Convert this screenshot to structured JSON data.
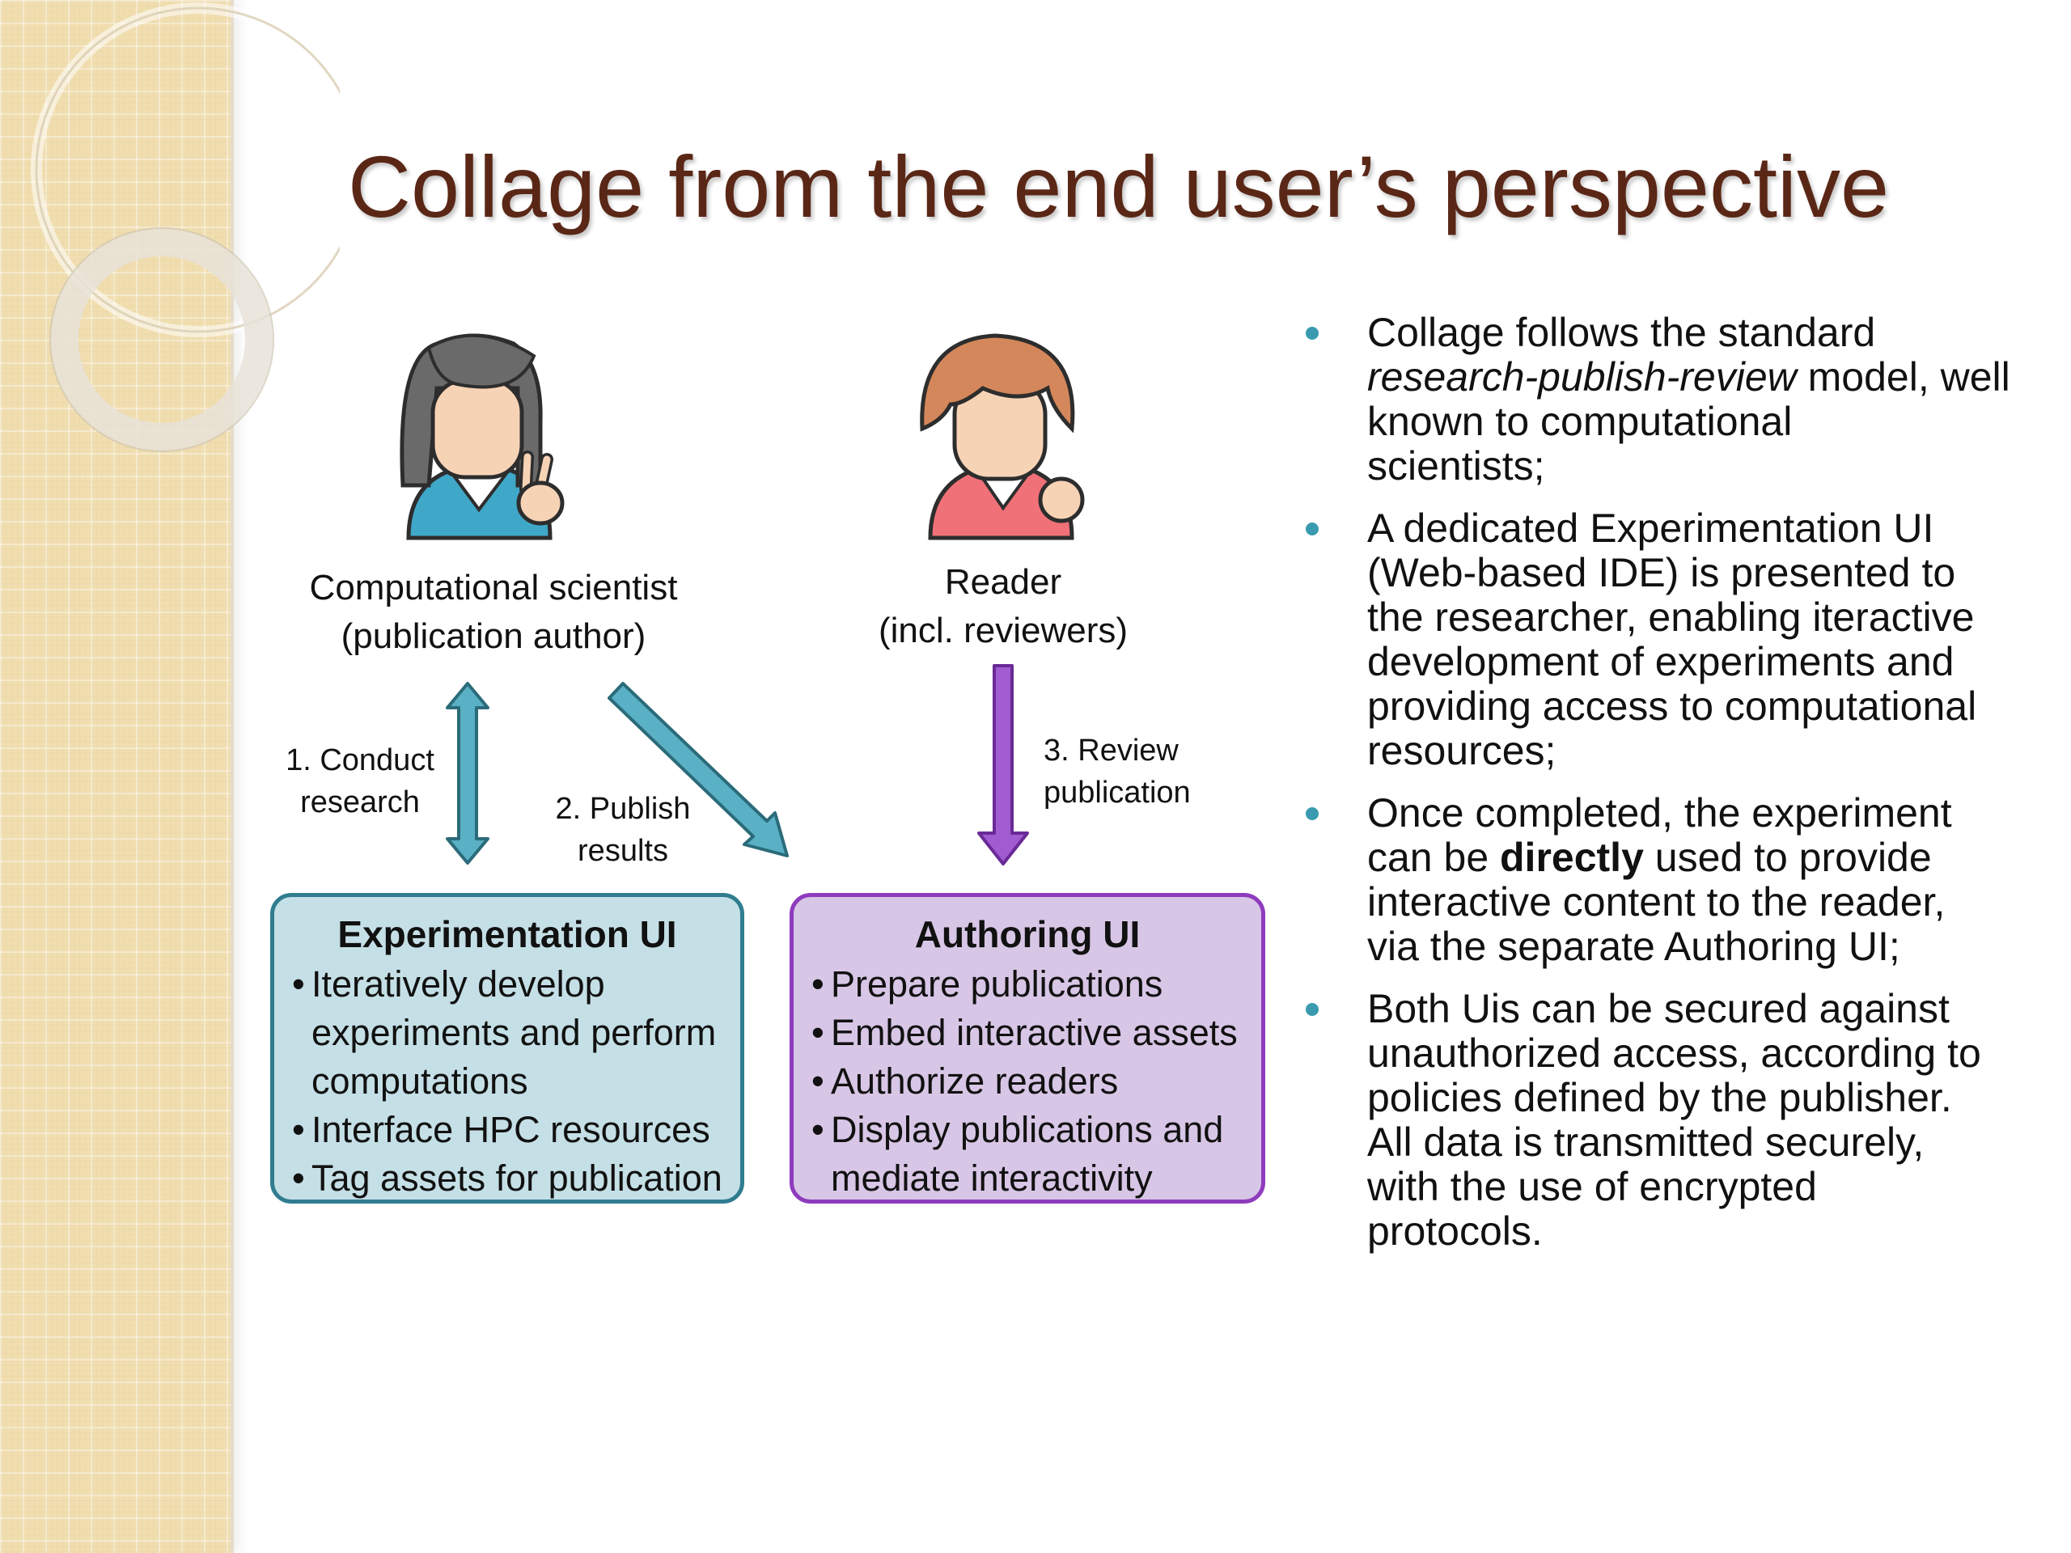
{
  "slide": {
    "title": "Collage from the end user’s perspective"
  },
  "colors": {
    "title": "#5a2716",
    "bullet_dot": "#3a9bb0",
    "exp_fill": "#c5dfe6",
    "exp_border": "#2f7d8f",
    "auth_fill": "#d8c6e6",
    "auth_border": "#8e3bbd"
  },
  "diagram": {
    "author": {
      "icon": "scientist-person-icon",
      "label_line1": "Computational scientist",
      "label_line2": "(publication author)"
    },
    "reader": {
      "icon": "reader-person-icon",
      "label_line1": "Reader",
      "label_line2": "(incl. reviewers)"
    },
    "steps": [
      {
        "line1": "1. Conduct",
        "line2": "research"
      },
      {
        "line1": "2. Publish",
        "line2": "results"
      },
      {
        "line1": "3. Review",
        "line2": "publication"
      }
    ],
    "experimentation_ui": {
      "title": "Experimentation UI",
      "items": [
        "Iteratively develop",
        "experiments and perform",
        "computations",
        " Interface HPC resources",
        "Tag assets for publication"
      ]
    },
    "authoring_ui": {
      "title": "Authoring UI",
      "items": [
        "Prepare publications",
        "Embed interactive assets",
        "Authorize readers",
        "Display publications and",
        "mediate interactivity"
      ]
    }
  },
  "bullets": [
    {
      "lines": [
        [
          "Collage follows the standard"
        ],
        [
          "research-publish-review",
          " model, well"
        ],
        [
          "known to computational"
        ],
        [
          "scientists;"
        ]
      ]
    },
    {
      "lines": [
        [
          "A dedicated Experimentation UI"
        ],
        [
          "(Web-based IDE) is presented to"
        ],
        [
          "the researcher, enabling iteractive"
        ],
        [
          "development of experiments and"
        ],
        [
          "providing access to computational"
        ],
        [
          "resources;"
        ]
      ]
    },
    {
      "lines": [
        [
          "Once completed, the experiment"
        ],
        [
          "can be ",
          "directly",
          " used to provide"
        ],
        [
          "interactive content to the reader,"
        ],
        [
          "via the separate Authoring UI;"
        ]
      ]
    },
    {
      "lines": [
        [
          "Both Uis can be secured against"
        ],
        [
          "unauthorized access, according to"
        ],
        [
          "policies defined by the publisher."
        ],
        [
          "All data is transmitted securely,"
        ],
        [
          "with the use of encrypted"
        ],
        [
          "protocols."
        ]
      ]
    }
  ]
}
